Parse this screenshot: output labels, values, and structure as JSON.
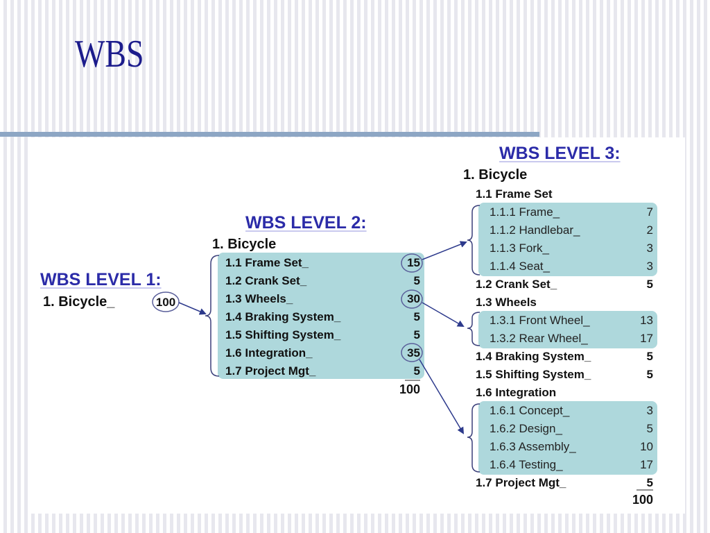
{
  "slide": {
    "title": "WBS"
  },
  "level1": {
    "heading": "WBS LEVEL 1:",
    "item": {
      "label": "1. Bicycle_",
      "value": "100"
    }
  },
  "level2": {
    "heading": "WBS LEVEL 2:",
    "root": "1. Bicycle",
    "items": [
      {
        "label": "1.1 Frame Set_",
        "value": "15"
      },
      {
        "label": "1.2 Crank Set_",
        "value": "5"
      },
      {
        "label": "1.3 Wheels_",
        "value": "30"
      },
      {
        "label": "1.4 Braking System_",
        "value": "5"
      },
      {
        "label": "1.5 Shifting System_",
        "value": "5"
      },
      {
        "label": "1.6 Integration_",
        "value": "35"
      },
      {
        "label": "1.7 Project Mgt_",
        "value": "5"
      }
    ],
    "total": "100"
  },
  "level3": {
    "heading": "WBS LEVEL 3:",
    "root": "1. Bicycle",
    "frame_set": {
      "label": "1.1 Frame Set",
      "children": [
        {
          "label": "1.1.1 Frame_",
          "value": "7"
        },
        {
          "label": "1.1.2 Handlebar_",
          "value": "2"
        },
        {
          "label": "1.1.3 Fork_",
          "value": "3"
        },
        {
          "label": "1.1.4 Seat_",
          "value": "3"
        }
      ]
    },
    "crank_set": {
      "label": "1.2 Crank Set_",
      "value": "5"
    },
    "wheels": {
      "label": "1.3 Wheels",
      "children": [
        {
          "label": "1.3.1 Front Wheel_",
          "value": "13"
        },
        {
          "label": "1.3.2 Rear Wheel_",
          "value": "17"
        }
      ]
    },
    "braking": {
      "label": "1.4 Braking System_",
      "value": "5"
    },
    "shifting": {
      "label": "1.5 Shifting System_",
      "value": "5"
    },
    "integration": {
      "label": "1.6 Integration",
      "children": [
        {
          "label": "1.6.1 Concept_",
          "value": "3"
        },
        {
          "label": "1.6.2 Design_",
          "value": "5"
        },
        {
          "label": "1.6.3 Assembly_",
          "value": "10"
        },
        {
          "label": "1.6.4 Testing_",
          "value": "17"
        }
      ]
    },
    "project_mgt": {
      "label": "1.7 Project Mgt_",
      "value": "5"
    },
    "total": "100"
  },
  "colors": {
    "heading": "#2b2ba8",
    "highlight": "#aed8dc",
    "title": "#1c1c8c",
    "connector": "#2d3a8c"
  }
}
